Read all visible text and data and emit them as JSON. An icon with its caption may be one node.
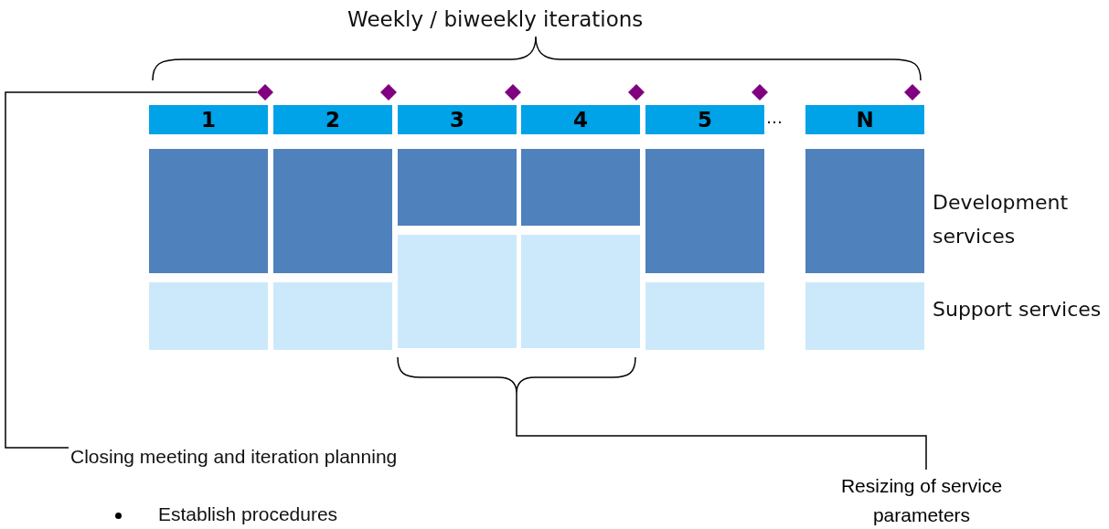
{
  "diagram": {
    "nodes": [
      {
        "text": [
          "1"
        ]
      },
      {
        "text": [
          "2"
        ]
      },
      {
        "text": [
          "3"
        ]
      },
      {
        "text": [
          "4"
        ]
      },
      {
        "text": [
          "5"
        ]
      },
      {
        "text": [
          "N"
        ]
      },
      {
        "text": [],
        "shape": "box"
      },
      {
        "text": [],
        "shape": "box"
      },
      {
        "text": [],
        "shape": "box"
      },
      {
        "text": [],
        "shape": "box"
      },
      {
        "text": [],
        "shape": "box"
      },
      {
        "text": [],
        "shape": "box"
      },
      {
        "text": [],
        "shape": "box"
      },
      {
        "text": [],
        "shape": "box"
      },
      {
        "text": [],
        "shape": "box"
      },
      {
        "text": [],
        "shape": "box"
      },
      {
        "text": [],
        "shape": "box"
      },
      {
        "text": [],
        "shape": "box"
      },
      {
        "text": [],
        "shape": "diamond"
      },
      {
        "text": [],
        "shape": "diamond"
      },
      {
        "text": [],
        "shape": "diamond"
      },
      {
        "text": [],
        "shape": "diamond"
      },
      {
        "text": [],
        "shape": "diamond"
      },
      {
        "text": [],
        "shape": "diamond"
      },
      {
        "text": [
          "Closing meeting and iteration planning",
          "Establish procedures"
        ]
      },
      {
        "text": [
          "Resizing of service parameters"
        ]
      },
      {
        "text": [],
        "shape": "bracket"
      }
    ],
    "edges": [
      {
        "from": 24,
        "to": 18,
        "arrow": "none"
      },
      {
        "from": 25,
        "to": 26,
        "arrow": "none"
      }
    ],
    "labels": [
      "Weekly / biweekly iterations",
      "…",
      "Development services",
      "Support services"
    ]
  }
}
